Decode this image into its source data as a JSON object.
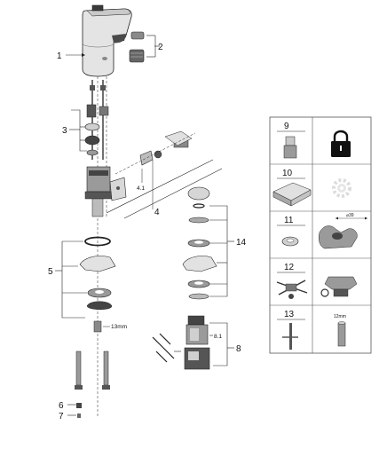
{
  "callouts": {
    "c1": "1",
    "c2": "2",
    "c3": "3",
    "c4": "4",
    "c4_1": "4.1",
    "c5": "5",
    "c6": "6",
    "c7": "7",
    "c8": "8",
    "c8_1": "8.1",
    "c13mm": "13mm",
    "c14": "14"
  },
  "legend": {
    "cells": [
      {
        "number": "9",
        "icons": [
          "cartridge-icon",
          "padlock-icon"
        ]
      },
      {
        "number": "10",
        "icons": [
          "battery-box-icon",
          "gear-icon"
        ]
      },
      {
        "number": "11",
        "icons": [
          "o-ring-icon",
          "aerator-wrench-icon"
        ],
        "dimension": "⌀39"
      },
      {
        "number": "12",
        "icons": [
          "mounting-kit-icon",
          "nut-icon"
        ]
      },
      {
        "number": "13",
        "icons": [
          "tool-rod-icon",
          "cylinder-icon"
        ],
        "dimension": "12mm"
      }
    ]
  },
  "colors": {
    "line": "#222222",
    "part_dark": "#3a3a3a",
    "part_mid": "#9a9a9a",
    "part_light": "#dedede",
    "legend_border": "#555555"
  }
}
